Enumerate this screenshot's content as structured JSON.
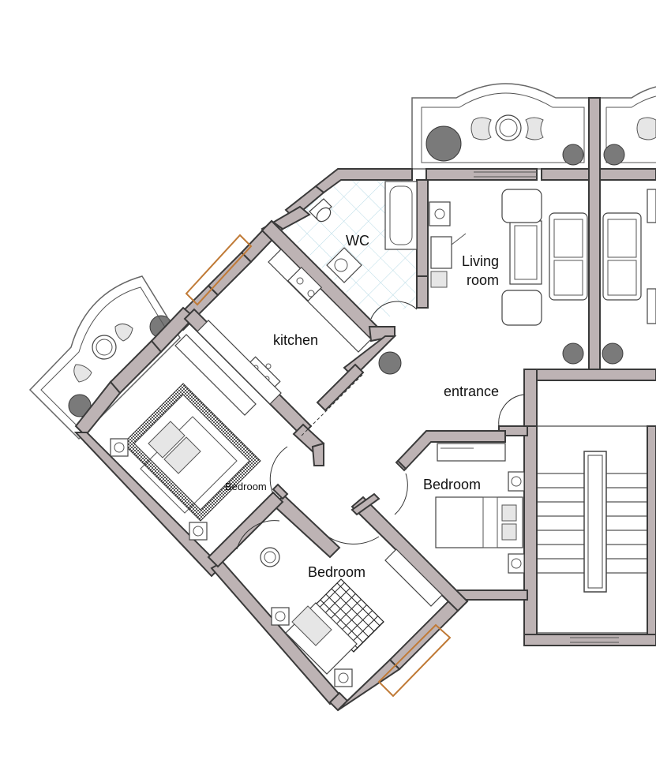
{
  "plan": {
    "rooms": {
      "wc": "WC",
      "living": [
        "Living",
        "room"
      ],
      "kitchen": "kitchen",
      "entrance": "entrance",
      "bedroom_right": "Bedroom",
      "bedroom_bottom": "Bedroom",
      "bedroom_left": "Bedroom"
    }
  }
}
